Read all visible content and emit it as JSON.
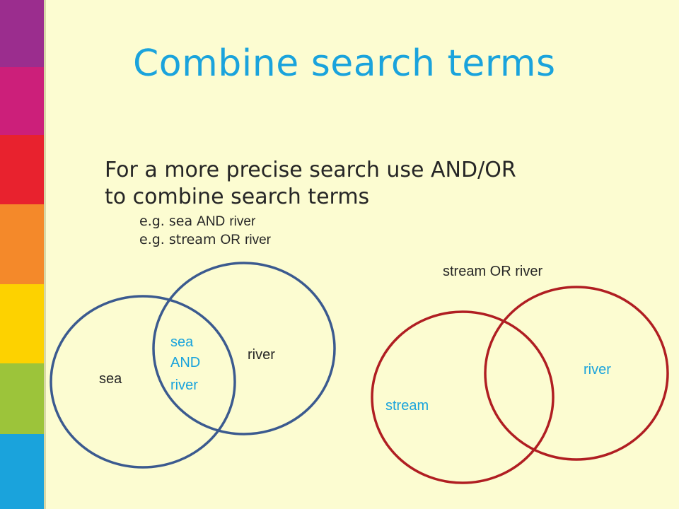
{
  "title": "Combine search terms",
  "intro": {
    "line1": "For a more precise search use AND/OR",
    "line2": "to combine search terms"
  },
  "examples": [
    {
      "prefix": "e.g. ",
      "term1": "sea",
      "operator": "AND",
      "term2": "river"
    },
    {
      "prefix": "e.g. ",
      "term1": "stream",
      "operator": "OR",
      "term2": "river"
    }
  ],
  "left_diagram": {
    "circle_a_label": "sea",
    "circle_b_label": "river",
    "intersection_lines": [
      "sea",
      "AND",
      "river"
    ],
    "stroke_color": "#3b5a8f",
    "intersection_label_color": "#1aa3dc"
  },
  "right_diagram": {
    "caption": "stream OR river",
    "circle_a_label": "stream",
    "circle_b_label": "river",
    "stroke_color": "#b01e22",
    "label_color": "#1aa3dc"
  },
  "colors": {
    "title": "#1aa3dc",
    "background": "#fcfcd1",
    "text": "#262626",
    "sidebar": [
      "#9b2d8e",
      "#cc1f7a",
      "#e8222e",
      "#f4892a",
      "#fdd200",
      "#9cc43a",
      "#1aa3dc"
    ]
  }
}
